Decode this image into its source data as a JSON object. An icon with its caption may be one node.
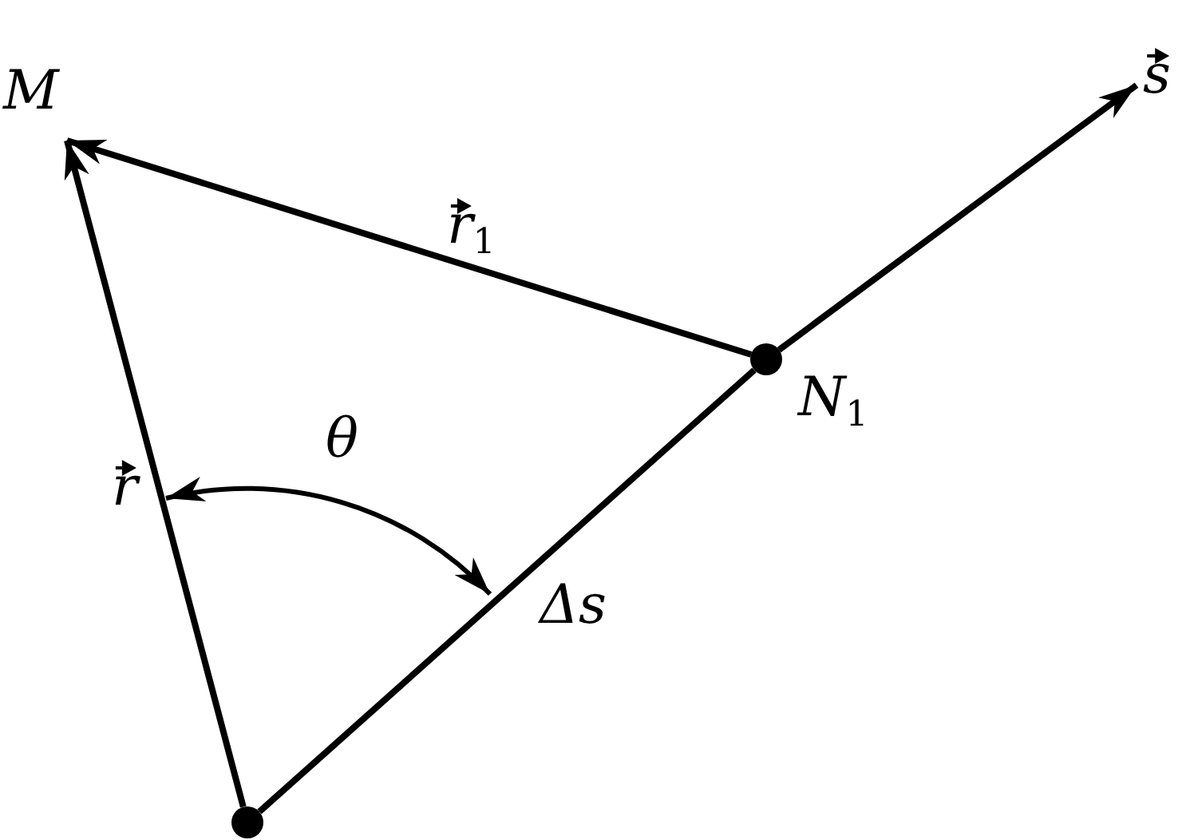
{
  "diagram": {
    "nodes": [
      {
        "text": [
          "M"
        ]
      },
      {
        "text": [],
        "shape": "circle",
        "beside": [
          "N$_{1}$"
        ]
      },
      {
        "text": [],
        "shape": "circle"
      },
      {
        "text": [
          "s⃗"
        ]
      }
    ],
    "edges": [
      {
        "from": 2,
        "to": 0,
        "arrow": "to",
        "label": "r⃗"
      },
      {
        "from": 1,
        "to": 0,
        "arrow": "to",
        "label": "r⃗$_{1}$"
      },
      {
        "from": 2,
        "to": 1,
        "arrow": "none",
        "label": "Δs"
      },
      {
        "from": 1,
        "to": 3,
        "arrow": "to"
      }
    ],
    "labels": [
      "θ"
    ]
  }
}
